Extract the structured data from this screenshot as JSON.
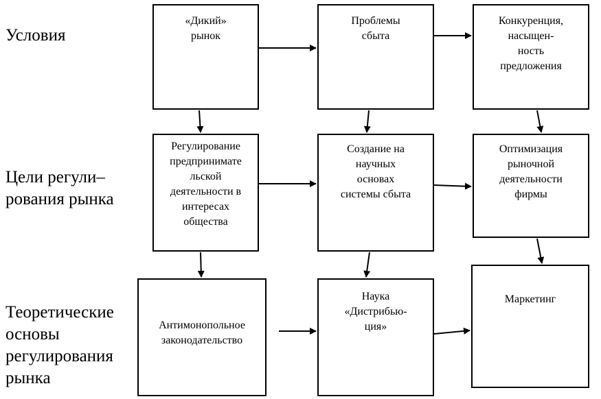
{
  "rows": [
    {
      "id": "conditions",
      "label": "Условия"
    },
    {
      "id": "goals",
      "label": "Цели регули–\nрования рынка"
    },
    {
      "id": "theory",
      "label": "Теоретические\nосновы\nрегулирования\nрынка"
    }
  ],
  "boxes": {
    "wild_market": "«Дикий»\nрынок",
    "sales_problems": "Проблемы\nсбыта",
    "competition": "Конкуренция,\nнасыщен-\nность\nпредложения",
    "regulation": "Регулирование\nпредпринимате\nльской\nдеятельности в\nинтересах\nобщества",
    "sales_system": "Создание на\nнаучных\nосновах\nсистемы сбыта",
    "optimization": "Оптимизация\nрыночной\nдеятельности\nфирмы",
    "antimonopoly": "Антимонопольное\nзаконодательство",
    "distribution": "Наука\n«Дистрибью-\nция»",
    "marketing": "Маркетинг"
  }
}
